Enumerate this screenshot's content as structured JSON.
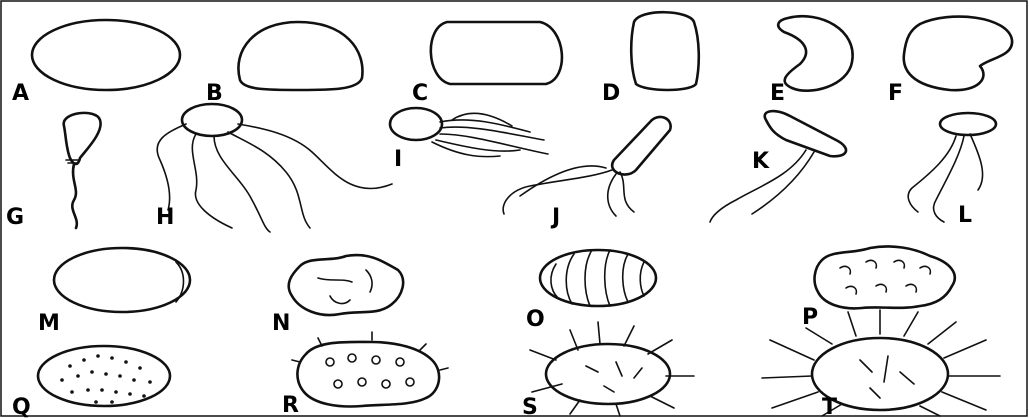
{
  "labels": {
    "a": "A",
    "b": "B",
    "c": "C",
    "d": "D",
    "e": "E",
    "f": "F",
    "g": "G",
    "h": "H",
    "i": "I",
    "j": "J",
    "k": "K",
    "l": "L",
    "m": "M",
    "n": "N",
    "o": "O",
    "p": "P",
    "q": "Q",
    "r": "R",
    "s": "S",
    "t": "T"
  }
}
